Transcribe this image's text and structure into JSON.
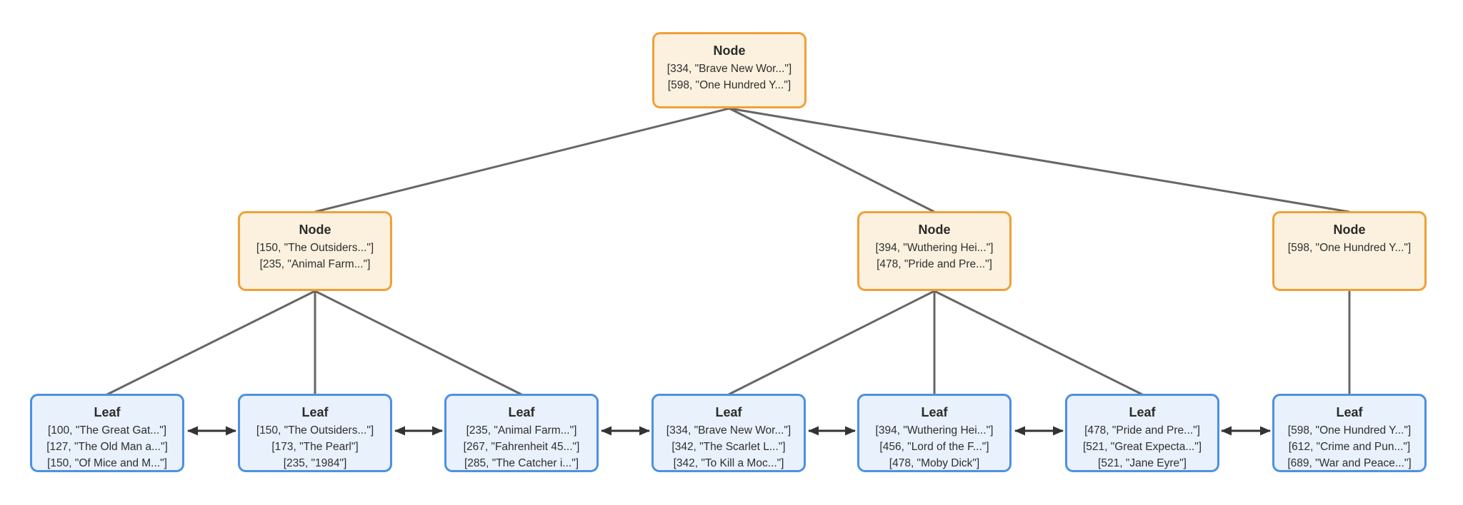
{
  "diagram": {
    "type": "b-tree-index-diagram",
    "node_title": "Node",
    "leaf_title": "Leaf",
    "colors": {
      "internal_node_border": "#F0A037",
      "internal_node_fill": "#FBF1DE",
      "leaf_node_border": "#4D90E2",
      "leaf_node_fill": "#E9F1FC",
      "tree_edge": "#666666",
      "leaf_link_arrow": "#333333",
      "text": "#2b2b2b",
      "background": "#ffffff"
    }
  },
  "tree": {
    "root": {
      "title": "Node",
      "entries": [
        "[334, \"Brave New Wor...\"]",
        "[598, \"One Hundred Y...\"]"
      ]
    },
    "internal": [
      {
        "title": "Node",
        "entries": [
          "[150, \"The Outsiders...\"]",
          "[235, \"Animal Farm...\"]"
        ]
      },
      {
        "title": "Node",
        "entries": [
          "[394, \"Wuthering Hei...\"]",
          "[478, \"Pride and Pre...\"]"
        ]
      },
      {
        "title": "Node",
        "entries": [
          "[598, \"One Hundred Y...\"]"
        ]
      }
    ],
    "leaves": [
      {
        "title": "Leaf",
        "entries": [
          "[100, \"The Great Gat...\"]",
          "[127, \"The Old Man a...\"]",
          "[150, \"Of Mice and M...\"]"
        ]
      },
      {
        "title": "Leaf",
        "entries": [
          "[150, \"The Outsiders...\"]",
          "[173, \"The Pearl\"]",
          "[235, \"1984\"]"
        ]
      },
      {
        "title": "Leaf",
        "entries": [
          "[235, \"Animal Farm...\"]",
          "[267, \"Fahrenheit 45...\"]",
          "[285, \"The Catcher i...\"]"
        ]
      },
      {
        "title": "Leaf",
        "entries": [
          "[334, \"Brave New Wor...\"]",
          "[342, \"The Scarlet L...\"]",
          "[342, \"To Kill a Moc...\"]"
        ]
      },
      {
        "title": "Leaf",
        "entries": [
          "[394, \"Wuthering Hei...\"]",
          "[456, \"Lord of the F...\"]",
          "[478, \"Moby Dick\"]"
        ]
      },
      {
        "title": "Leaf",
        "entries": [
          "[478, \"Pride and Pre...\"]",
          "[521, \"Great Expecta...\"]",
          "[521, \"Jane Eyre\"]"
        ]
      },
      {
        "title": "Leaf",
        "entries": [
          "[598, \"One Hundred Y...\"]",
          "[612, \"Crime and Pun...\"]",
          "[689, \"War and Peace...\"]"
        ]
      }
    ]
  }
}
